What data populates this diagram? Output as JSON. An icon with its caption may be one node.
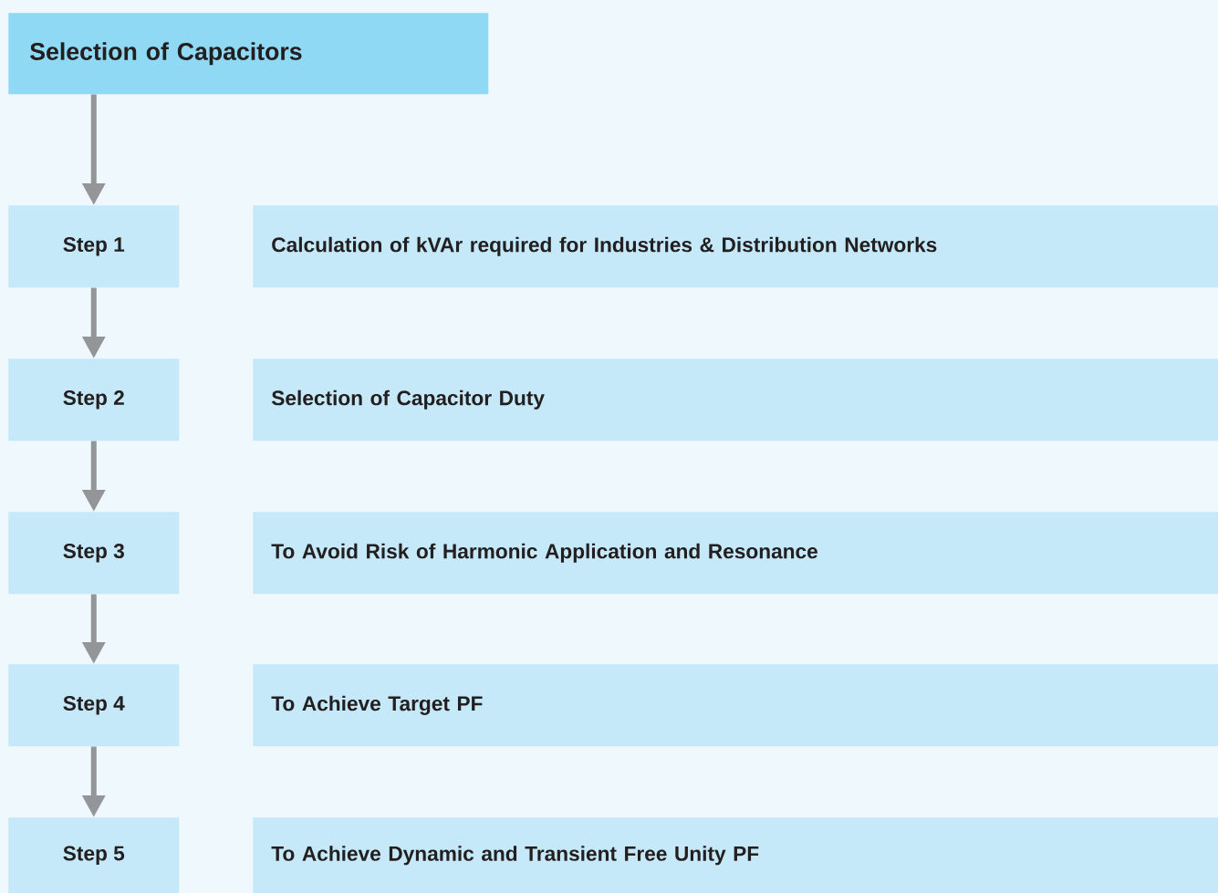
{
  "diagram": {
    "title": "Selection of Capacitors",
    "nodes": [
      {
        "text": [
          "Step 1"
        ]
      },
      {
        "text": [
          "Calculation of kVAr required for Industries & Distribution Networks"
        ]
      },
      {
        "text": [
          "Step 2"
        ]
      },
      {
        "text": [
          "Selection of Capacitor Duty"
        ]
      },
      {
        "text": [
          "Step 3"
        ]
      },
      {
        "text": [
          "To Avoid Risk of Harmonic Application and Resonance"
        ]
      },
      {
        "text": [
          "Step 4"
        ]
      },
      {
        "text": [
          "To Achieve Target PF"
        ]
      },
      {
        "text": [
          "Step 5"
        ]
      },
      {
        "text": [
          "To Achieve Dynamic and Transient Free Unity PF"
        ]
      }
    ],
    "edges": [
      {
        "from": null,
        "to": 0,
        "arrow": "to"
      },
      {
        "from": 0,
        "to": 2,
        "arrow": "to"
      },
      {
        "from": 2,
        "to": 4,
        "arrow": "to"
      },
      {
        "from": 4,
        "to": 6,
        "arrow": "to"
      },
      {
        "from": 6,
        "to": 8,
        "arrow": "to"
      }
    ]
  }
}
